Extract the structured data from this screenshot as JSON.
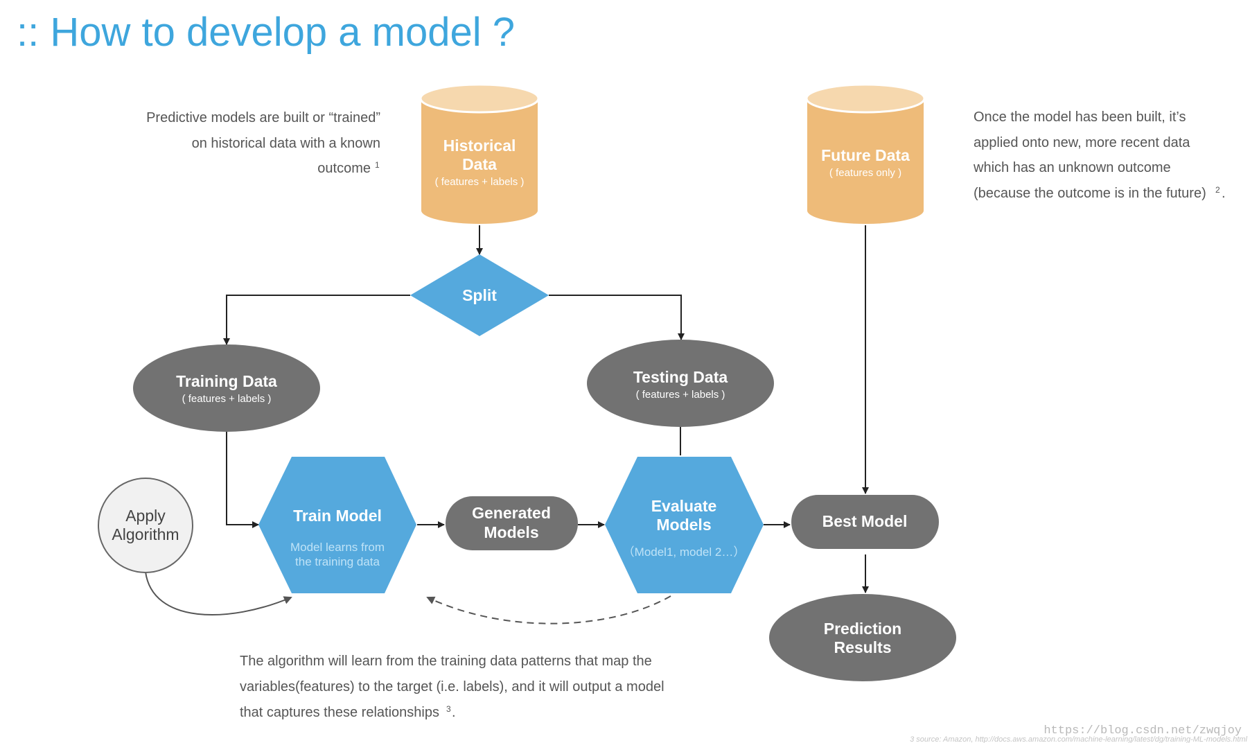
{
  "title": ":: How to develop a model ?",
  "notes": {
    "left": [
      "Predictive models are built or “trained”",
      "on historical data with a known",
      "outcome"
    ],
    "left_sup": "1",
    "right": [
      "Once the model has been built, it’s",
      "applied onto new, more recent data",
      "which has an unknown outcome",
      "(because the outcome is in the future)"
    ],
    "right_sup": "2",
    "right_end": ".",
    "bottom": [
      "The algorithm will learn from the training data patterns that map the",
      "variables(features) to the target (i.e. labels), and it will output a model",
      "that captures these relationships"
    ],
    "bottom_sup": "3",
    "bottom_end": "."
  },
  "nodes": {
    "historical": {
      "title": [
        "Historical",
        "Data"
      ],
      "sub": "( features + labels )"
    },
    "future": {
      "title": "Future Data",
      "sub": "( features only )"
    },
    "split": {
      "title": "Split"
    },
    "training": {
      "title": "Training Data",
      "sub": "( features + labels )"
    },
    "testing": {
      "title": "Testing Data",
      "sub": "( features + labels )"
    },
    "train_model": {
      "title": "Train Model",
      "sub": [
        "Model learns from",
        "the training data"
      ]
    },
    "generated": {
      "title": [
        "Generated",
        "Models"
      ]
    },
    "evaluate": {
      "title": [
        "Evaluate",
        "Models"
      ],
      "sub": "（Model1, model 2…）"
    },
    "best": {
      "title": "Best Model"
    },
    "prediction": {
      "title": [
        "Prediction",
        "Results"
      ]
    },
    "algorithm": {
      "title": [
        "Apply",
        "Algorithm"
      ]
    }
  },
  "footer": {
    "watermark": "https://blog.csdn.net/zwqjoy",
    "source": "3 source: Amazon, http://docs.aws.amazon.com/machine-learning/latest/dg/training-ML-models.html"
  },
  "colors": {
    "title_blue": "#3ea6dd",
    "node_blue": "#55a9dd",
    "node_gray": "#727272",
    "cylinder_orange": "#eebb79",
    "cylinder_top": "#f6d8ae",
    "algorithm_fill": "#f1f1f1"
  }
}
